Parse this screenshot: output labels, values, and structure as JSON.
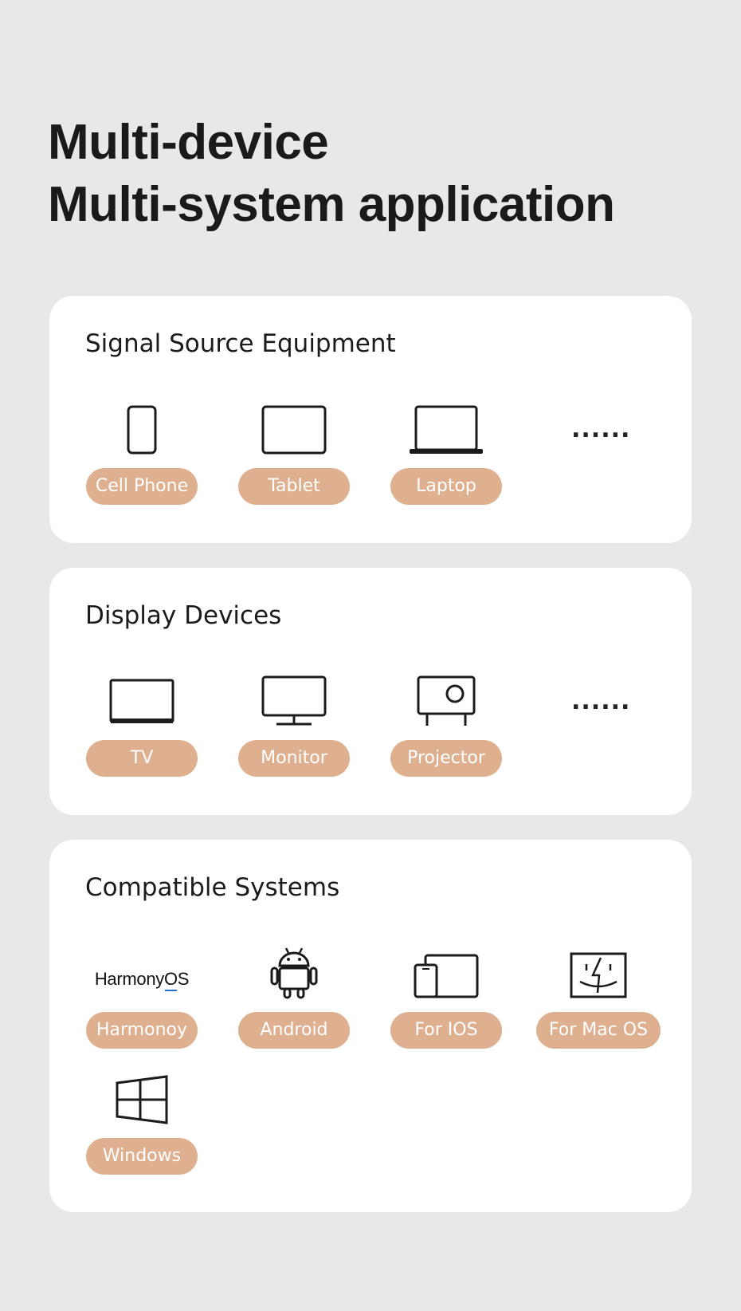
{
  "headline": {
    "line1": "Multi-device",
    "line2": "Multi-system application"
  },
  "sections": {
    "signal": {
      "title": "Signal Source Equipment",
      "items": [
        "Cell Phone",
        "Tablet",
        "Laptop"
      ],
      "more": "......"
    },
    "display": {
      "title": "Display Devices",
      "items": [
        "TV",
        "Monitor",
        "Projector"
      ],
      "more": "......"
    },
    "systems": {
      "title": "Compatible Systems",
      "harmony_logo_prefix": "Harmony",
      "harmony_logo_o": "O",
      "harmony_logo_suffix": "S",
      "items": [
        "Harmonoy",
        "Android",
        "For IOS",
        "For Mac OS",
        "Windows"
      ]
    }
  },
  "icons": {
    "signal": [
      "phone-icon",
      "tablet-icon",
      "laptop-icon"
    ],
    "display": [
      "tv-icon",
      "monitor-icon",
      "projector-icon"
    ],
    "systems": [
      "harmonyos-logo",
      "android-icon",
      "ios-devices-icon",
      "mac-finder-icon",
      "windows-icon"
    ]
  },
  "colors": {
    "background": "#e8e8e8",
    "card": "#ffffff",
    "pill": "#dfb090",
    "pill_text": "#ffffff",
    "text": "#1b1b1b",
    "harmony_accent": "#1e6fd9"
  }
}
